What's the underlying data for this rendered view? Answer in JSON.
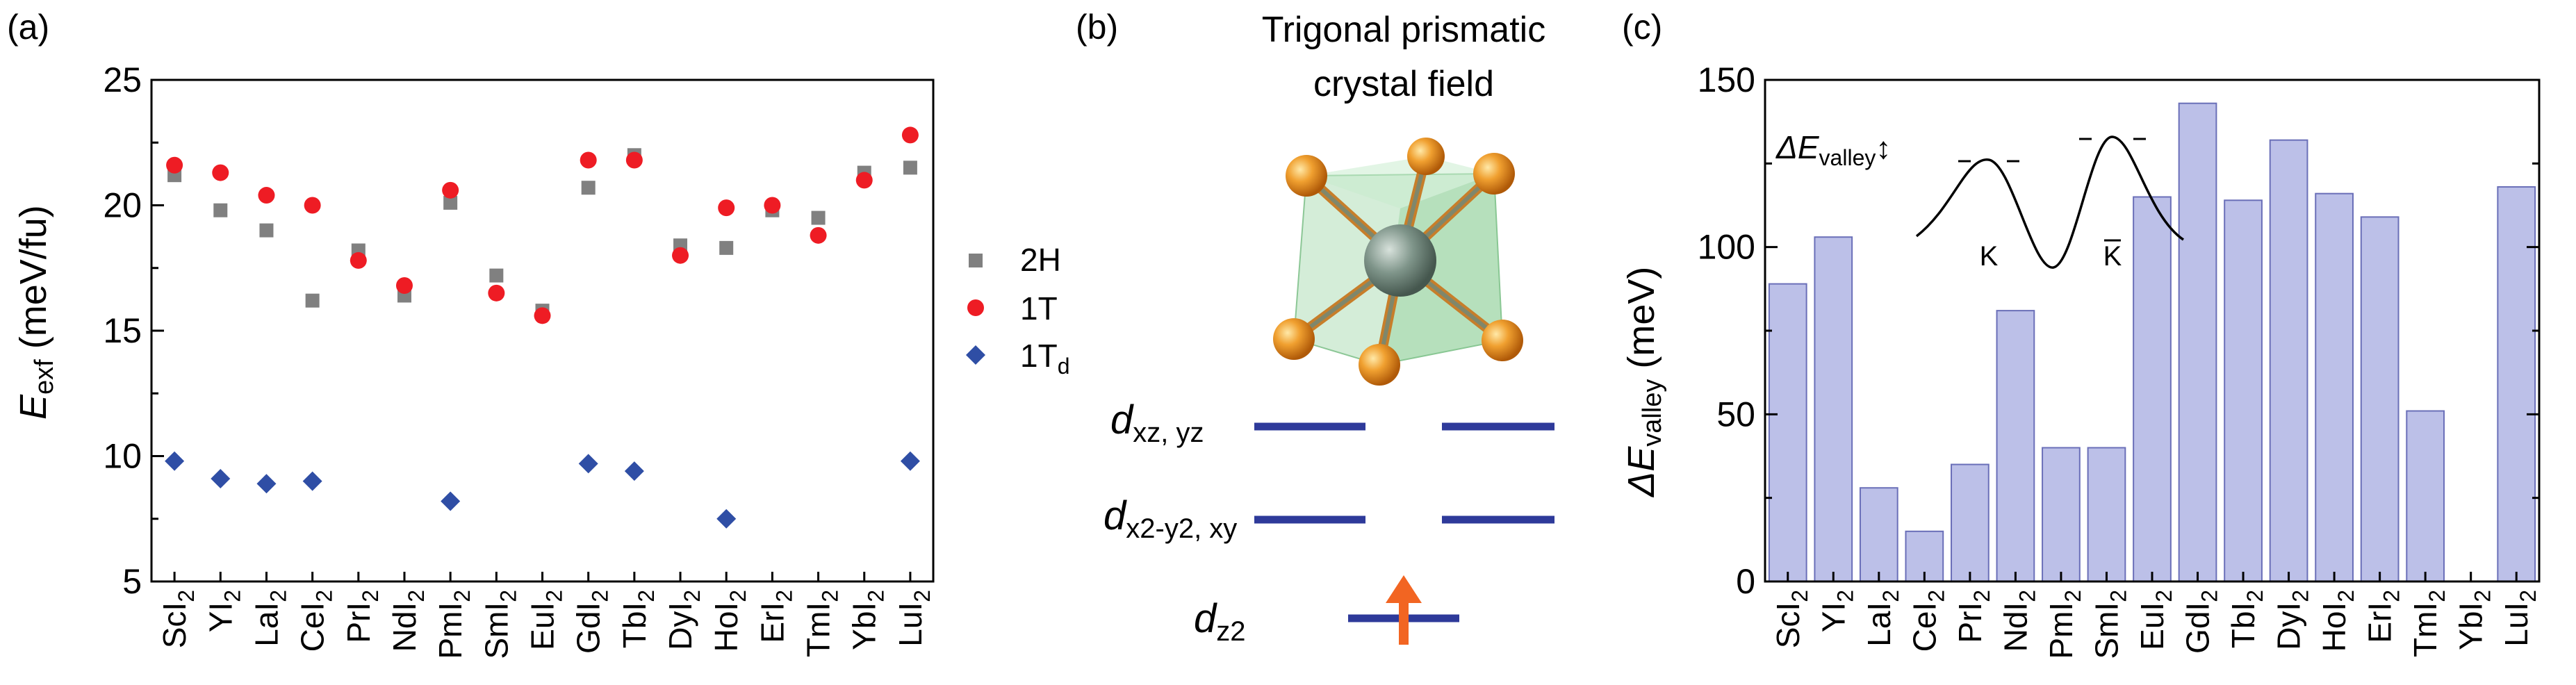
{
  "panel_labels": {
    "a": "(a)",
    "b": "(b)",
    "c": "(c)"
  },
  "colors": {
    "series_2H": "#808080",
    "series_1T": "#ee1c24",
    "series_1Td": "#2f4ea5",
    "bar_fill": "#bcc0e8",
    "bar_stroke": "#6a6fb8",
    "level": "#2e3a9a",
    "spin_arrow": "#f26522"
  },
  "chart_data": [
    {
      "type": "scatter",
      "categories": [
        "ScI",
        "YI",
        "LaI",
        "CeI",
        "PrI",
        "NdI",
        "PmI",
        "SmI",
        "EuI",
        "GdI",
        "TbI",
        "DyI",
        "HoI",
        "ErI",
        "TmI",
        "YbI",
        "LuI"
      ],
      "category_subscript": "2",
      "ylabel": "E",
      "ylabel_sub": "exf",
      "ylabel_units": " (meV/fu)",
      "ylim": [
        5,
        25
      ],
      "yticks": [
        "5",
        "10",
        "15",
        "20",
        "25"
      ],
      "series": [
        {
          "name": "2H",
          "marker": "square",
          "values": [
            21.2,
            19.8,
            19.0,
            16.2,
            18.2,
            16.4,
            20.1,
            17.2,
            15.8,
            20.7,
            22.0,
            18.4,
            18.3,
            19.8,
            19.5,
            21.3,
            21.5
          ]
        },
        {
          "name": "1T",
          "marker": "circle",
          "values": [
            21.6,
            21.3,
            20.4,
            20.0,
            17.8,
            16.8,
            20.6,
            16.5,
            15.6,
            21.8,
            21.8,
            18.0,
            19.9,
            20.0,
            18.8,
            21.0,
            22.8
          ]
        },
        {
          "name": "1T",
          "name_sub": "d",
          "marker": "diamond",
          "values": [
            9.8,
            9.1,
            8.9,
            9.0,
            null,
            null,
            8.2,
            null,
            null,
            9.7,
            9.4,
            null,
            7.5,
            null,
            null,
            null,
            9.8
          ]
        }
      ],
      "legend_position": "right"
    },
    {
      "type": "bar",
      "categories": [
        "ScI",
        "YI",
        "LaI",
        "CeI",
        "PrI",
        "NdI",
        "PmI",
        "SmI",
        "EuI",
        "GdI",
        "TbI",
        "DyI",
        "HoI",
        "ErI",
        "TmI",
        "YbI",
        "LuI"
      ],
      "category_subscript": "2",
      "values": [
        89,
        103,
        28,
        15,
        35,
        81,
        40,
        40,
        115,
        143,
        114,
        132,
        116,
        109,
        51,
        null,
        118
      ],
      "ylabel": "ΔE",
      "ylabel_sub": "valley",
      "ylabel_units": " (meV)",
      "ylim": [
        0,
        150
      ],
      "yticks": [
        "0",
        "50",
        "100",
        "150"
      ]
    }
  ],
  "diagram": {
    "title_line1": "Trigonal prismatic",
    "title_line2": "crystal field",
    "levels": [
      {
        "label": "d",
        "sub": "xz, yz"
      },
      {
        "label": "d",
        "sub": "x2-y2, xy"
      },
      {
        "label": "d",
        "sub": "z2"
      }
    ]
  },
  "inset": {
    "delta_label": "ΔE",
    "delta_sub": "valley",
    "delta_arrow": "↕",
    "valley_K": "K",
    "valley_Kbar": "K"
  }
}
